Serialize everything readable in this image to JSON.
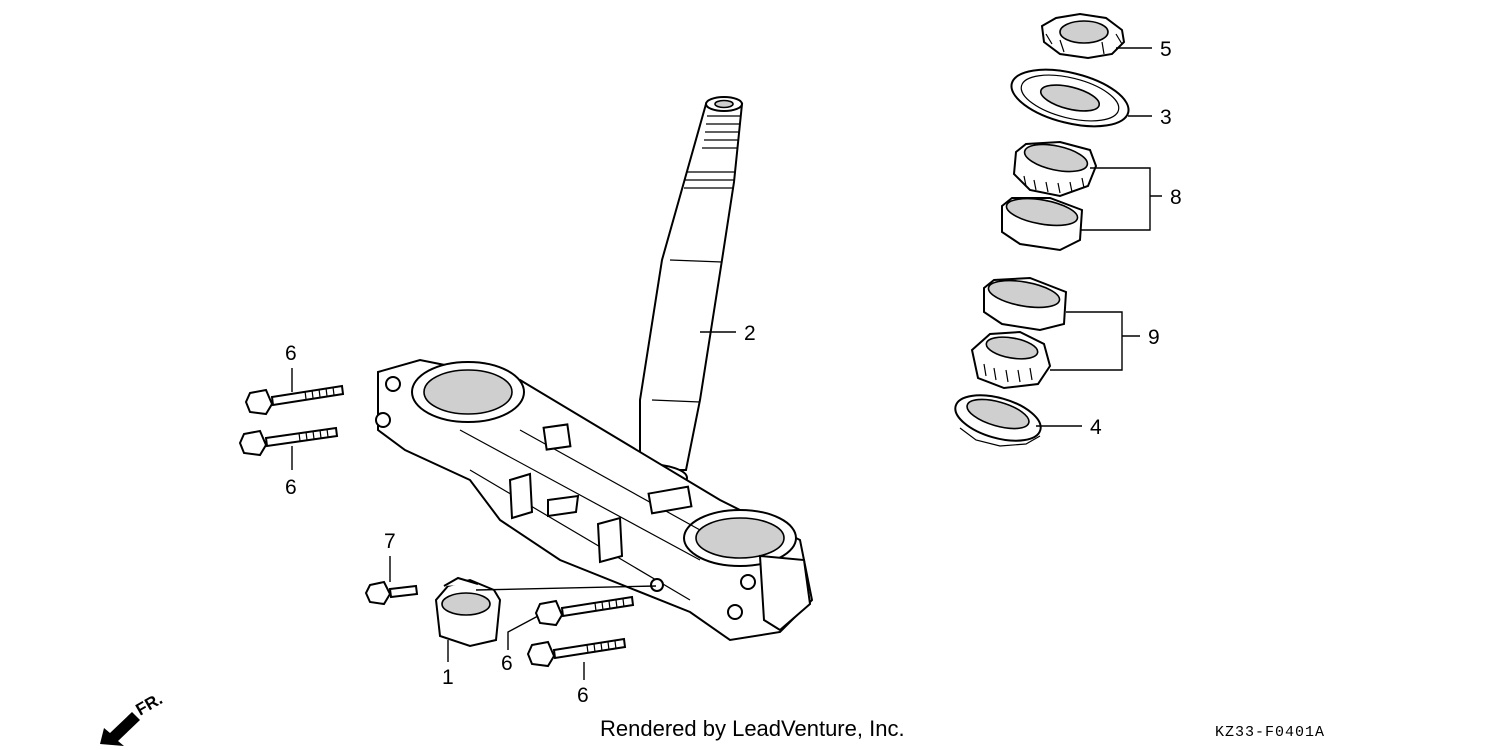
{
  "labels": {
    "p1": "1",
    "p2": "2",
    "p3": "3",
    "p4": "4",
    "p5": "5",
    "p6": "6",
    "p7": "7",
    "p8": "8",
    "p9": "9"
  },
  "direction": {
    "text": "FR.",
    "icon": "front-arrow-icon"
  },
  "footer": {
    "rendered_by": "Rendered by LeadVenture, Inc.",
    "diagram_code": "KZ33-F0401A"
  }
}
